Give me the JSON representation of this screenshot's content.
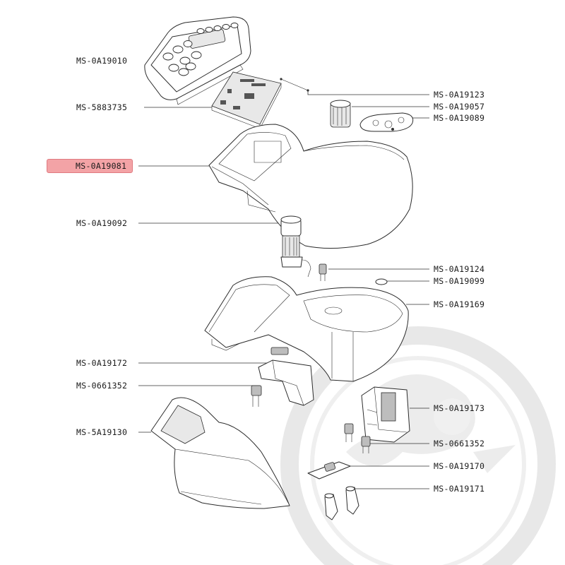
{
  "diagram": {
    "highlight_color": "#f3a3a6",
    "watermark_color": "#e6e6e6",
    "labels_left": [
      {
        "id": "l1",
        "text": "MS-0A19010"
      },
      {
        "id": "l2",
        "text": "MS-5883735"
      },
      {
        "id": "l3",
        "text": "MS-0A19081",
        "highlighted": true
      },
      {
        "id": "l4",
        "text": "MS-0A19092"
      },
      {
        "id": "l5",
        "text": "MS-0A19172"
      },
      {
        "id": "l6",
        "text": "MS-0661352"
      },
      {
        "id": "l7",
        "text": "MS-5A19130"
      }
    ],
    "labels_right": [
      {
        "id": "r1",
        "text": "MS-0A19123"
      },
      {
        "id": "r2",
        "text": "MS-0A19057"
      },
      {
        "id": "r3",
        "text": "MS-0A19089"
      },
      {
        "id": "r4",
        "text": "MS-0A19124"
      },
      {
        "id": "r5",
        "text": "MS-0A19099"
      },
      {
        "id": "r6",
        "text": "MS-0A19169"
      },
      {
        "id": "r7",
        "text": "MS-0A19173"
      },
      {
        "id": "r8",
        "text": "MS-0661352"
      },
      {
        "id": "r9",
        "text": "MS-0A19170"
      },
      {
        "id": "r10",
        "text": "MS-0A19171"
      }
    ]
  }
}
